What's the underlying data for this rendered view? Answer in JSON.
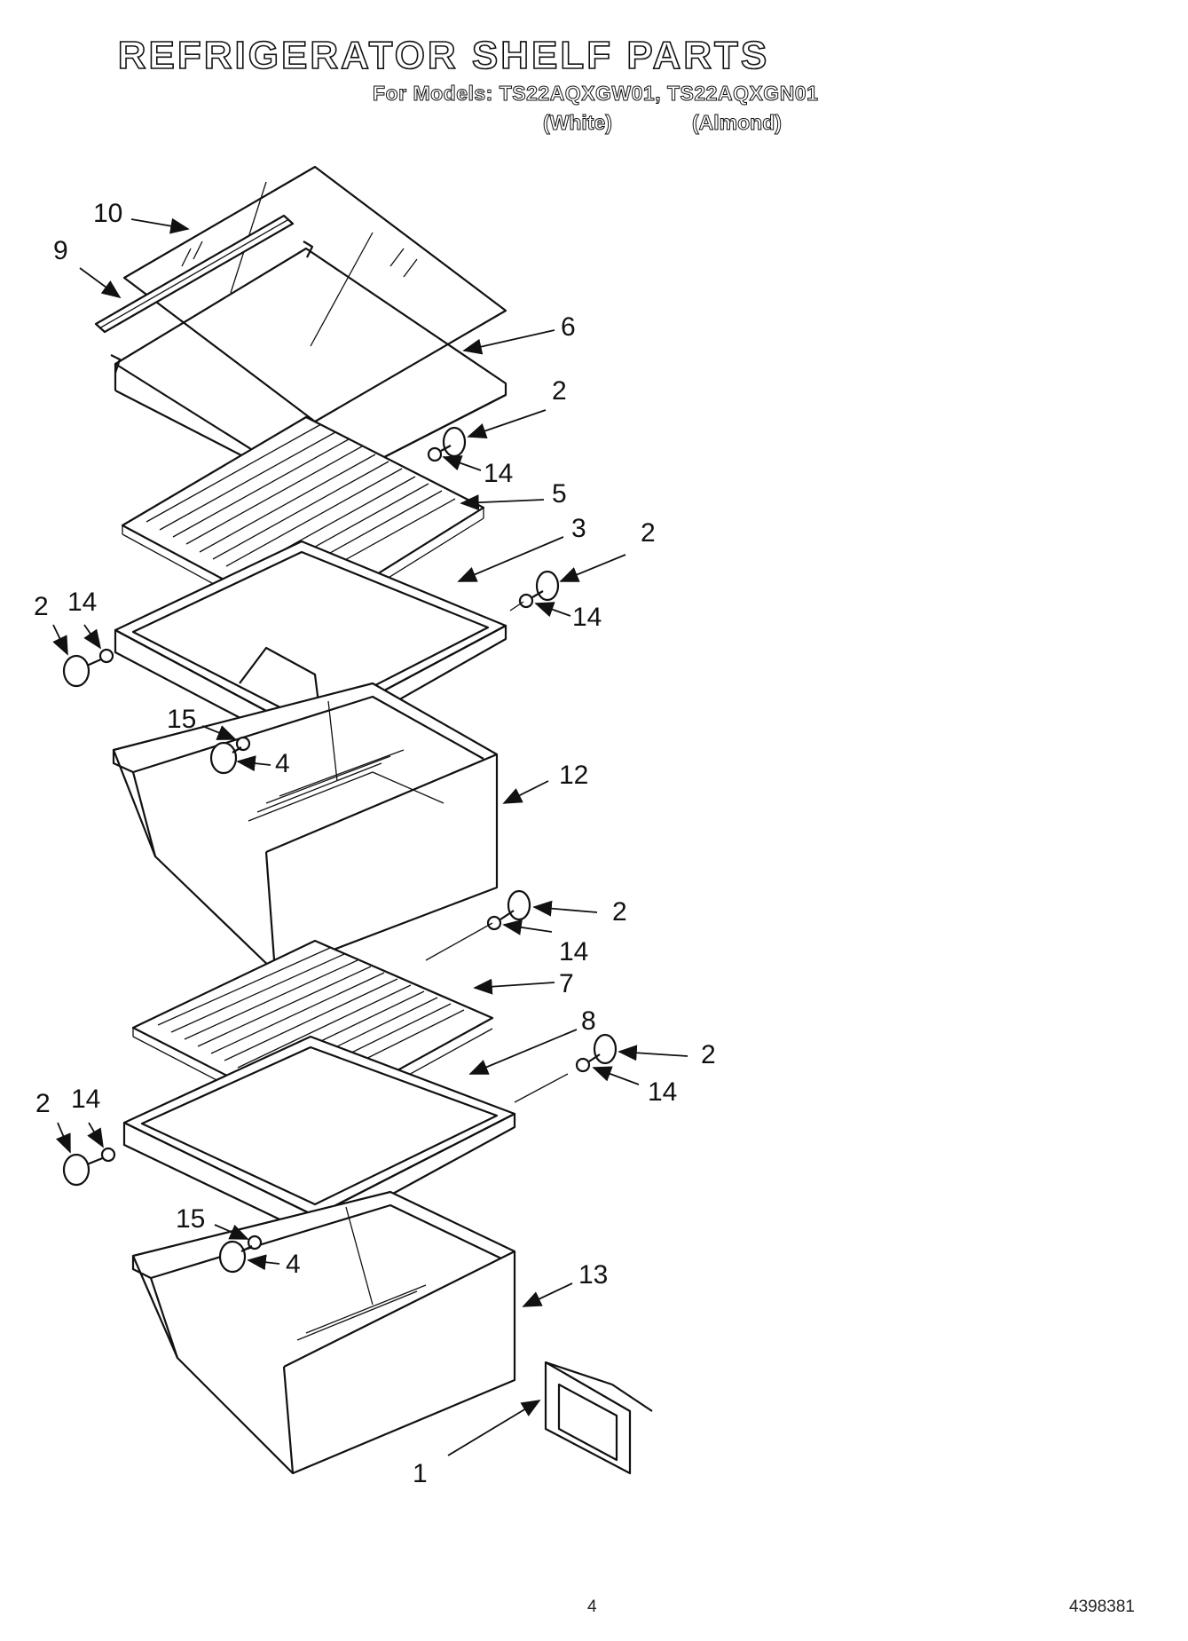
{
  "header": {
    "title": "REFRIGERATOR SHELF PARTS",
    "models": "For Models: TS22AQXGW01, TS22AQXGN01",
    "variant_white": "(White)",
    "variant_almond": "(Almond)"
  },
  "callouts": {
    "c10": "10",
    "c9": "9",
    "c6": "6",
    "c2a": "2",
    "c14a": "14",
    "c5": "5",
    "c3": "3",
    "c2b": "2",
    "c14b": "14",
    "c2c": "2",
    "c14c": "14",
    "c15a": "15",
    "c4a": "4",
    "c12": "12",
    "c2d": "2",
    "c14d": "14",
    "c7": "7",
    "c8": "8",
    "c2e": "2",
    "c14e": "14",
    "c2f": "2",
    "c14f": "14",
    "c15b": "15",
    "c4b": "4",
    "c13": "13",
    "c1": "1"
  },
  "footer": {
    "page_number": "4",
    "doc_number": "4398381"
  }
}
